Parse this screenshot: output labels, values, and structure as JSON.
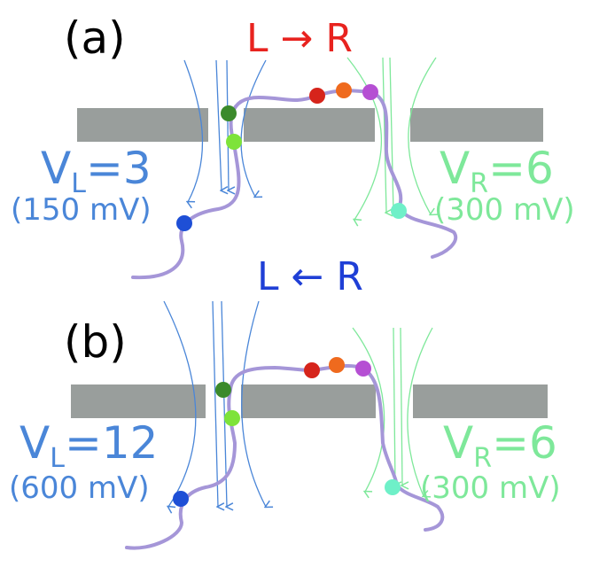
{
  "colors": {
    "left": "#4a86d8",
    "right": "#7ee89a",
    "direction_lr": "#e8231f",
    "direction_rl": "#1f3fd6",
    "membrane": "#999e9c",
    "strand": "#a596d8",
    "labels": "#000000"
  },
  "beads": [
    "#d6241b",
    "#ef6a1e",
    "#b54fd3",
    "#3b8a2b",
    "#7ee33a",
    "#1e4fd6",
    "#6ff0c8"
  ],
  "panels": [
    {
      "label": "(a)",
      "direction": "L → R",
      "left_voltage": {
        "symbol": "V",
        "subscript": "L",
        "value": "=3",
        "mv": "(150 mV)"
      },
      "right_voltage": {
        "symbol": "V",
        "subscript": "R",
        "value": "=6",
        "mv": "(300 mV)"
      }
    },
    {
      "label": "(b)",
      "direction": "L ← R",
      "left_voltage": {
        "symbol": "V",
        "subscript": "L",
        "value": "=12",
        "mv": "(600 mV)"
      },
      "right_voltage": {
        "symbol": "V",
        "subscript": "R",
        "value": "=6",
        "mv": "(300 mV)"
      }
    }
  ]
}
